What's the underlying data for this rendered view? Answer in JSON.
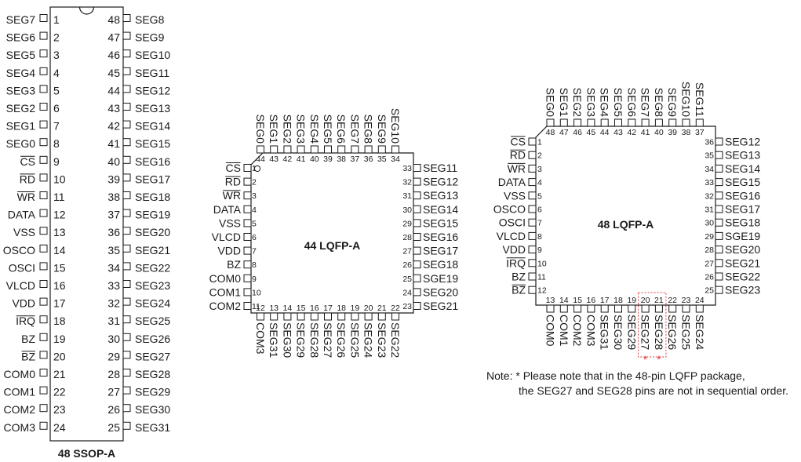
{
  "ssop48": {
    "title": "48 SSOP-A",
    "left": [
      {
        "n": "1",
        "label": "SEG7"
      },
      {
        "n": "2",
        "label": "SEG6"
      },
      {
        "n": "3",
        "label": "SEG5"
      },
      {
        "n": "4",
        "label": "SEG4"
      },
      {
        "n": "5",
        "label": "SEG3"
      },
      {
        "n": "6",
        "label": "SEG2"
      },
      {
        "n": "7",
        "label": "SEG1"
      },
      {
        "n": "8",
        "label": "SEG0"
      },
      {
        "n": "9",
        "label": "CS",
        "bar": true
      },
      {
        "n": "10",
        "label": "RD",
        "bar": true
      },
      {
        "n": "11",
        "label": "WR",
        "bar": true
      },
      {
        "n": "12",
        "label": "DATA"
      },
      {
        "n": "13",
        "label": "VSS"
      },
      {
        "n": "14",
        "label": "OSCO"
      },
      {
        "n": "15",
        "label": "OSCI"
      },
      {
        "n": "16",
        "label": "VLCD"
      },
      {
        "n": "17",
        "label": "VDD"
      },
      {
        "n": "18",
        "label": "IRQ",
        "bar": true
      },
      {
        "n": "19",
        "label": "BZ"
      },
      {
        "n": "20",
        "label": "BZ",
        "bar": true
      },
      {
        "n": "21",
        "label": "COM0"
      },
      {
        "n": "22",
        "label": "COM1"
      },
      {
        "n": "23",
        "label": "COM2"
      },
      {
        "n": "24",
        "label": "COM3"
      }
    ],
    "right": [
      {
        "n": "48",
        "label": "SEG8"
      },
      {
        "n": "47",
        "label": "SEG9"
      },
      {
        "n": "46",
        "label": "SEG10"
      },
      {
        "n": "45",
        "label": "SEG11"
      },
      {
        "n": "44",
        "label": "SEG12"
      },
      {
        "n": "43",
        "label": "SEG13"
      },
      {
        "n": "42",
        "label": "SEG14"
      },
      {
        "n": "41",
        "label": "SEG15"
      },
      {
        "n": "40",
        "label": "SEG16"
      },
      {
        "n": "39",
        "label": "SEG17"
      },
      {
        "n": "38",
        "label": "SEG18"
      },
      {
        "n": "37",
        "label": "SEG19"
      },
      {
        "n": "36",
        "label": "SEG20"
      },
      {
        "n": "35",
        "label": "SEG21"
      },
      {
        "n": "34",
        "label": "SEG22"
      },
      {
        "n": "33",
        "label": "SEG23"
      },
      {
        "n": "32",
        "label": "SEG24"
      },
      {
        "n": "31",
        "label": "SEG25"
      },
      {
        "n": "30",
        "label": "SEG26"
      },
      {
        "n": "29",
        "label": "SEG27"
      },
      {
        "n": "28",
        "label": "SEG28"
      },
      {
        "n": "27",
        "label": "SEG29"
      },
      {
        "n": "26",
        "label": "SEG30"
      },
      {
        "n": "25",
        "label": "SEG31"
      }
    ]
  },
  "lqfp44": {
    "title": "44 LQFP-A",
    "top": [
      {
        "n": "44",
        "label": "SEG0"
      },
      {
        "n": "43",
        "label": "SEG1"
      },
      {
        "n": "42",
        "label": "SEG2"
      },
      {
        "n": "41",
        "label": "SEG3"
      },
      {
        "n": "40",
        "label": "SEG4"
      },
      {
        "n": "39",
        "label": "SEG5"
      },
      {
        "n": "38",
        "label": "SEG6"
      },
      {
        "n": "37",
        "label": "SEG7"
      },
      {
        "n": "36",
        "label": "SEG8"
      },
      {
        "n": "35",
        "label": "SEG9"
      },
      {
        "n": "34",
        "label": "SEG10"
      }
    ],
    "left": [
      {
        "n": "1",
        "label": "CS",
        "bar": true
      },
      {
        "n": "2",
        "label": "RD",
        "bar": true
      },
      {
        "n": "3",
        "label": "WR",
        "bar": true
      },
      {
        "n": "4",
        "label": "DATA"
      },
      {
        "n": "5",
        "label": "VSS"
      },
      {
        "n": "6",
        "label": "VLCD"
      },
      {
        "n": "7",
        "label": "VDD"
      },
      {
        "n": "8",
        "label": "BZ"
      },
      {
        "n": "9",
        "label": "COM0"
      },
      {
        "n": "10",
        "label": "COM1"
      },
      {
        "n": "11",
        "label": "COM2"
      }
    ],
    "right": [
      {
        "n": "33",
        "label": "SEG11"
      },
      {
        "n": "32",
        "label": "SEG12"
      },
      {
        "n": "31",
        "label": "SEG13"
      },
      {
        "n": "30",
        "label": "SEG14"
      },
      {
        "n": "29",
        "label": "SEG15"
      },
      {
        "n": "28",
        "label": "SEG16"
      },
      {
        "n": "27",
        "label": "SEG17"
      },
      {
        "n": "26",
        "label": "SEG18"
      },
      {
        "n": "25",
        "label": "SGE19"
      },
      {
        "n": "24",
        "label": "SEG20"
      },
      {
        "n": "23",
        "label": "SEG21"
      }
    ],
    "bottom": [
      {
        "n": "12",
        "label": "COM3"
      },
      {
        "n": "13",
        "label": "SEG31"
      },
      {
        "n": "14",
        "label": "SEG30"
      },
      {
        "n": "15",
        "label": "SEG29"
      },
      {
        "n": "16",
        "label": "SEG28"
      },
      {
        "n": "17",
        "label": "SEG27"
      },
      {
        "n": "18",
        "label": "SEG26"
      },
      {
        "n": "19",
        "label": "SEG25"
      },
      {
        "n": "20",
        "label": "SEG24"
      },
      {
        "n": "21",
        "label": "SEG23"
      },
      {
        "n": "22",
        "label": "SEG22"
      }
    ]
  },
  "lqfp48": {
    "title": "48 LQFP-A",
    "top": [
      {
        "n": "48",
        "label": "SEG0"
      },
      {
        "n": "47",
        "label": "SEG1"
      },
      {
        "n": "46",
        "label": "SEG2"
      },
      {
        "n": "45",
        "label": "SEG3"
      },
      {
        "n": "44",
        "label": "SEG4"
      },
      {
        "n": "43",
        "label": "SEG5"
      },
      {
        "n": "42",
        "label": "SEG6"
      },
      {
        "n": "41",
        "label": "SEG7"
      },
      {
        "n": "40",
        "label": "SEG8"
      },
      {
        "n": "39",
        "label": "SEG9"
      },
      {
        "n": "38",
        "label": "SEG10"
      },
      {
        "n": "37",
        "label": "SEG11"
      }
    ],
    "left": [
      {
        "n": "1",
        "label": "CS",
        "bar": true
      },
      {
        "n": "2",
        "label": "RD",
        "bar": true
      },
      {
        "n": "3",
        "label": "WR",
        "bar": true
      },
      {
        "n": "4",
        "label": "DATA"
      },
      {
        "n": "5",
        "label": "VSS"
      },
      {
        "n": "6",
        "label": "OSCO"
      },
      {
        "n": "7",
        "label": "OSCI"
      },
      {
        "n": "8",
        "label": "VLCD"
      },
      {
        "n": "9",
        "label": "VDD"
      },
      {
        "n": "10",
        "label": "IRQ",
        "bar": true
      },
      {
        "n": "11",
        "label": "BZ"
      },
      {
        "n": "12",
        "label": "BZ",
        "bar": true
      }
    ],
    "right": [
      {
        "n": "36",
        "label": "SEG12"
      },
      {
        "n": "35",
        "label": "SEG13"
      },
      {
        "n": "34",
        "label": "SEG14"
      },
      {
        "n": "33",
        "label": "SEG15"
      },
      {
        "n": "32",
        "label": "SEG16"
      },
      {
        "n": "31",
        "label": "SEG17"
      },
      {
        "n": "30",
        "label": "SEG18"
      },
      {
        "n": "29",
        "label": "SGE19"
      },
      {
        "n": "28",
        "label": "SEG20"
      },
      {
        "n": "27",
        "label": "SEG21"
      },
      {
        "n": "26",
        "label": "SEG22"
      },
      {
        "n": "25",
        "label": "SEG23"
      }
    ],
    "bottom": [
      {
        "n": "13",
        "label": "COM0"
      },
      {
        "n": "14",
        "label": "COM1"
      },
      {
        "n": "15",
        "label": "COM2"
      },
      {
        "n": "16",
        "label": "COM3"
      },
      {
        "n": "17",
        "label": "SEG31"
      },
      {
        "n": "18",
        "label": "SEG30"
      },
      {
        "n": "19",
        "label": "SEG29"
      },
      {
        "n": "20",
        "label": "SEG27",
        "star": true
      },
      {
        "n": "21",
        "label": "SEG28",
        "star": true
      },
      {
        "n": "22",
        "label": "SEG26"
      },
      {
        "n": "23",
        "label": "SEG25"
      },
      {
        "n": "24",
        "label": "SEG24"
      }
    ],
    "star": "*",
    "highlight_color": "#e23a3a"
  },
  "note": {
    "line1": "Note: * Please note that in the 48-pin LQFP package,",
    "line2": "the SEG27 and SEG28 pins are not in sequential order."
  }
}
